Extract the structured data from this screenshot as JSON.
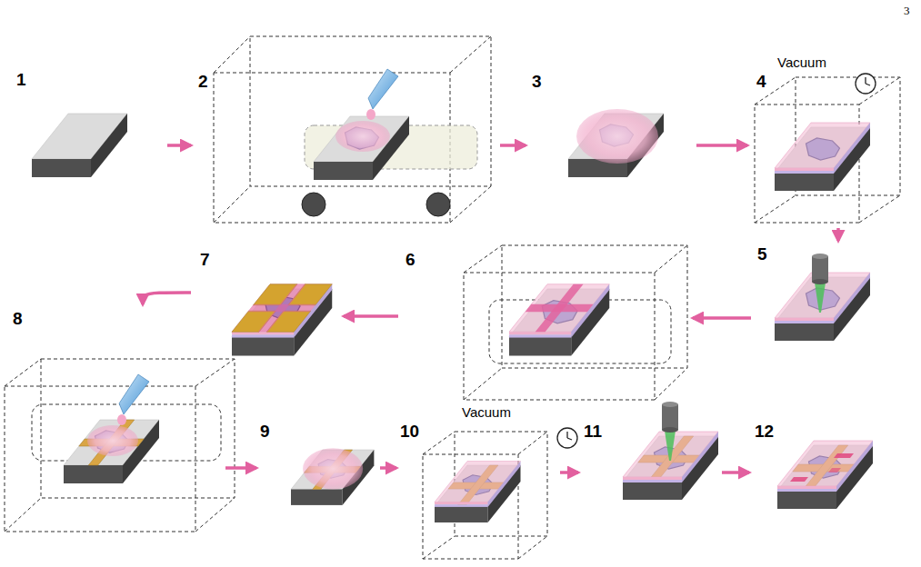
{
  "diagram": {
    "nodes": [
      {
        "text": [
          "1"
        ]
      },
      {
        "text": [
          "2"
        ]
      },
      {
        "text": [
          "3"
        ]
      },
      {
        "text": [
          "4",
          "Vacuum"
        ]
      },
      {
        "text": [
          "5"
        ]
      },
      {
        "text": [
          "6"
        ]
      },
      {
        "text": [
          "7"
        ]
      },
      {
        "text": [
          "8"
        ]
      },
      {
        "text": [
          "9"
        ]
      },
      {
        "text": [
          "10",
          "Vacuum"
        ]
      },
      {
        "text": [
          "11"
        ]
      },
      {
        "text": [
          "12"
        ]
      }
    ],
    "edges": [
      {
        "from": 0,
        "to": 1,
        "arrow": "to"
      },
      {
        "from": 1,
        "to": 2,
        "arrow": "to"
      },
      {
        "from": 2,
        "to": 3,
        "arrow": "to"
      },
      {
        "from": 3,
        "to": 4,
        "arrow": "to"
      },
      {
        "from": 4,
        "to": 5,
        "arrow": "to"
      },
      {
        "from": 5,
        "to": 6,
        "arrow": "to"
      },
      {
        "from": 6,
        "to": 7,
        "arrow": "to"
      },
      {
        "from": 7,
        "to": 8,
        "arrow": "to"
      },
      {
        "from": 8,
        "to": 9,
        "arrow": "to"
      },
      {
        "from": 9,
        "to": 10,
        "arrow": "to"
      },
      {
        "from": 10,
        "to": 11,
        "arrow": "to"
      }
    ],
    "labels": [
      "3"
    ]
  }
}
